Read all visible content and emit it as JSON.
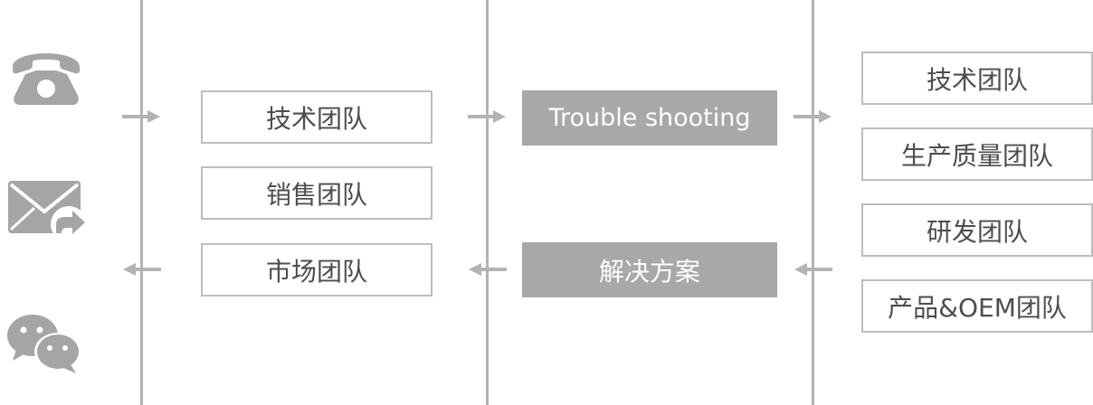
{
  "colors": {
    "line": "#b3b3b3",
    "border": "#bdbdbd",
    "fill": "#a8a8a8",
    "text": "#4d4d4d",
    "icon": "#a5a5a5"
  },
  "channels": [
    {
      "icon": "telephone-icon"
    },
    {
      "icon": "email-forward-icon"
    },
    {
      "icon": "wechat-icon"
    }
  ],
  "sales_side": {
    "teams": [
      "技术团队",
      "销售团队",
      "市场团队"
    ]
  },
  "process": {
    "troubleshooting": "Trouble shooting",
    "solution": "解决方案"
  },
  "backend": {
    "teams": [
      "技术团队",
      "生产质量团队",
      "研发团队",
      "产品&OEM团队"
    ]
  }
}
